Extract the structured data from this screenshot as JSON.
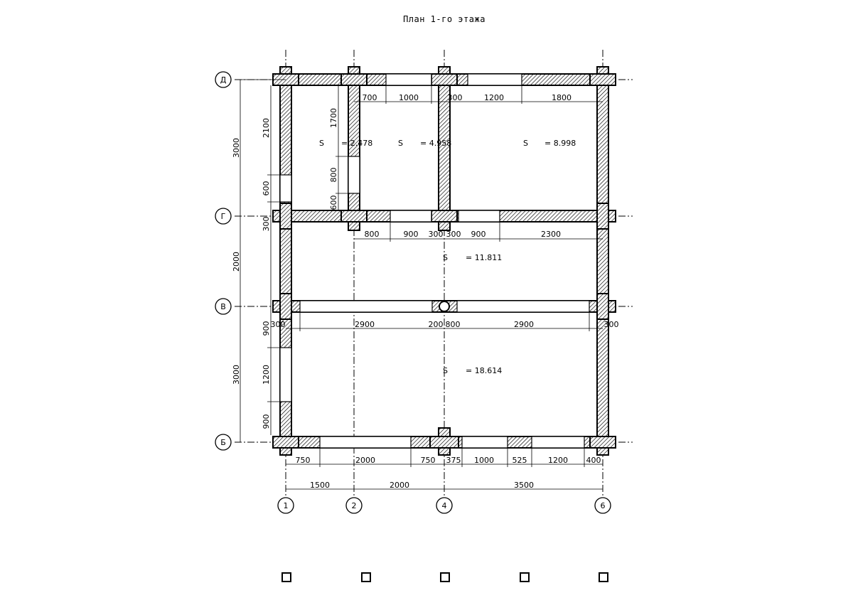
{
  "title": "План 1-го этажа",
  "axes_vertical": [
    "1",
    "2",
    "4",
    "6"
  ],
  "axes_horizontal": [
    "Д",
    "Г",
    "В",
    "Б"
  ],
  "rooms": [
    {
      "label": "S",
      "value": "= 2.478"
    },
    {
      "label": "S",
      "value": "= 4.958"
    },
    {
      "label": "S",
      "value": "= 8.998"
    },
    {
      "label": "S",
      "value": "= 11.811"
    },
    {
      "label": "S",
      "value": "= 18.614"
    }
  ],
  "dims_top_row": [
    "700",
    "1000",
    "300",
    "1200",
    "1800"
  ],
  "dims_mid_row": [
    "800",
    "900",
    "300",
    "300",
    "900",
    "2300"
  ],
  "dims_b_row": [
    "300",
    "2900",
    "200",
    "800",
    "2900",
    "300"
  ],
  "dims_bottom_row": [
    "750",
    "2000",
    "750",
    "375",
    "1000",
    "525",
    "1200",
    "400"
  ],
  "dims_axis_row": [
    "1500",
    "2000",
    "3500"
  ],
  "dims_left_axis": [
    "3000",
    "2000",
    "3000"
  ],
  "dims_left_inner": [
    "2100",
    "600",
    "300",
    "900",
    "1200",
    "900"
  ],
  "dims_partition": [
    "1700",
    "800",
    "600"
  ],
  "legend_boxes": 5
}
